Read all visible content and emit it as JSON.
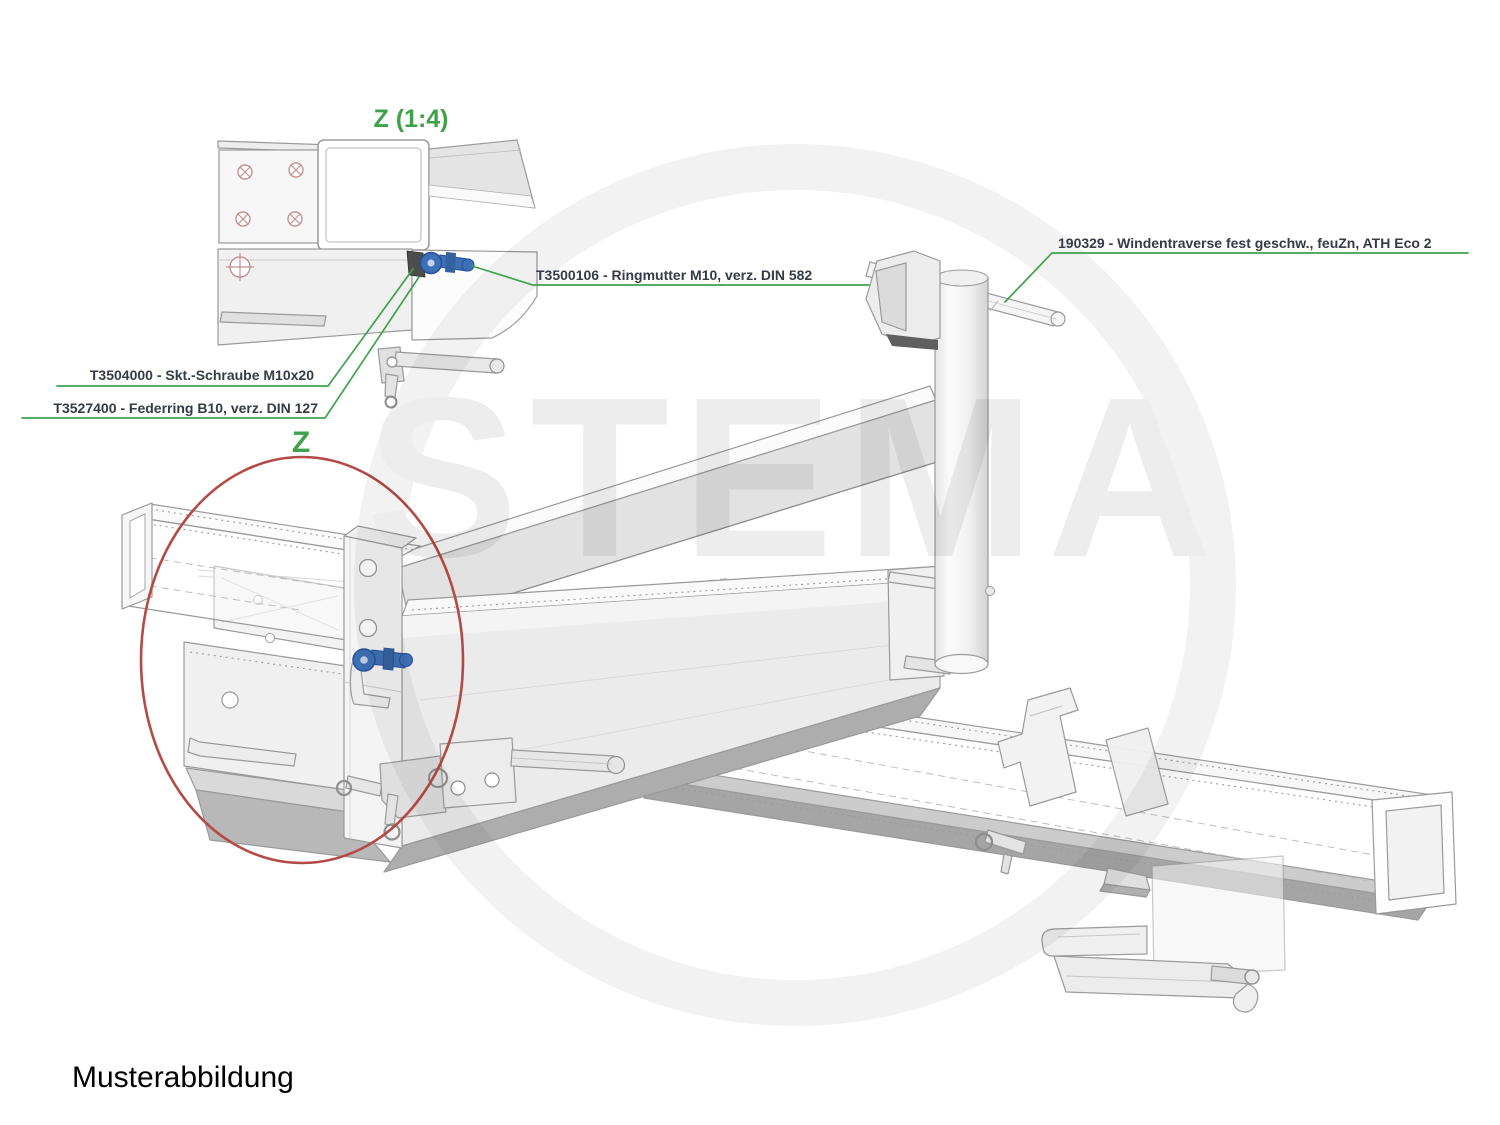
{
  "page": {
    "caption": "Musterabbildung"
  },
  "drawing": {
    "detail_view": {
      "title": "Z (1:4)"
    },
    "zone_marker": "Z",
    "callouts": {
      "ringmutter": "T3500106 - Ringmutter M10, verz. DIN 582",
      "schraube": "T3504000 - Skt.-Schraube M10x20",
      "federring": "T3527400 - Federring B10, verz. DIN 127",
      "windentraverse": "190329 - Windentraverse fest geschw., feuZn, ATH Eco 2"
    },
    "watermark": "STEMA",
    "colors": {
      "callout_green": "#3fa24b",
      "label_ink": "#343b46",
      "highlight_blue": "#3e70b6",
      "zone_red": "#b34a45",
      "drawing_line": "#9a9a9a"
    }
  }
}
